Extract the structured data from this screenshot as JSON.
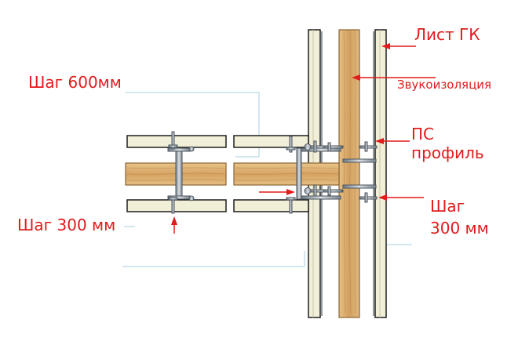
{
  "labels": {
    "sheet": "Лист ГК",
    "insulation": "Звукоизоляция",
    "profile_line1": "ПС",
    "profile_line2": "профиль",
    "step_right_line1": "Шаг",
    "step_right_line2": "300 мм",
    "step_600": "Шаг 600мм",
    "step_300_left": "Шаг 300 мм"
  },
  "colors": {
    "annotation": "#e01b1b",
    "gypsum_board": "#f2efd9",
    "board_edge": "#1e1e1e",
    "insulation_wood": "#dcae6e",
    "guide_line": "#a9cfe2",
    "metal": "#8e9aa4"
  }
}
